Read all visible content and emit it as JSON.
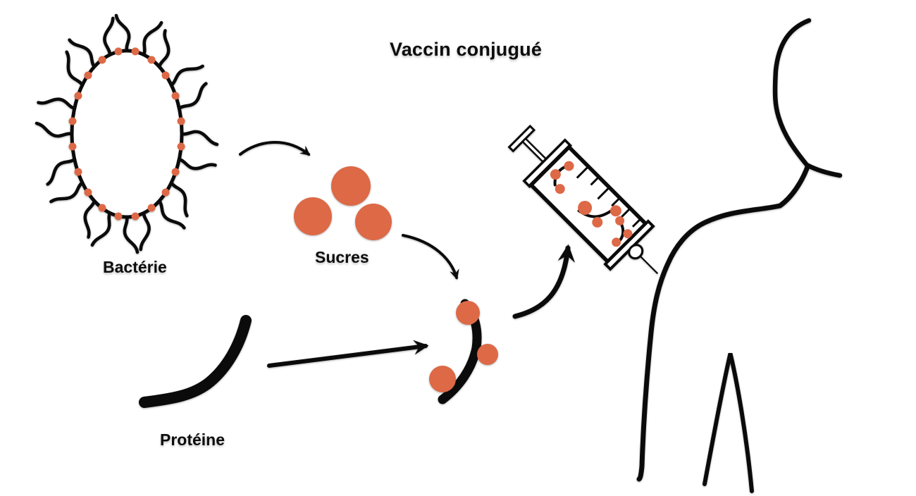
{
  "title": "Vaccin conjugué",
  "labels": {
    "bacteria": "Bactérie",
    "sugars": "Sucres",
    "protein": "Protéine"
  },
  "colors": {
    "antigen_orange": "#DD6946",
    "ink": "#0B0B0B",
    "background": "#FFFFFF"
  },
  "icons": [
    "bacterium-icon",
    "sugar-circles-icon",
    "protein-curve-icon",
    "conjugate-icon",
    "syringe-icon",
    "human-silhouette-icon",
    "curved-arrow-icon",
    "straight-arrow-icon"
  ]
}
